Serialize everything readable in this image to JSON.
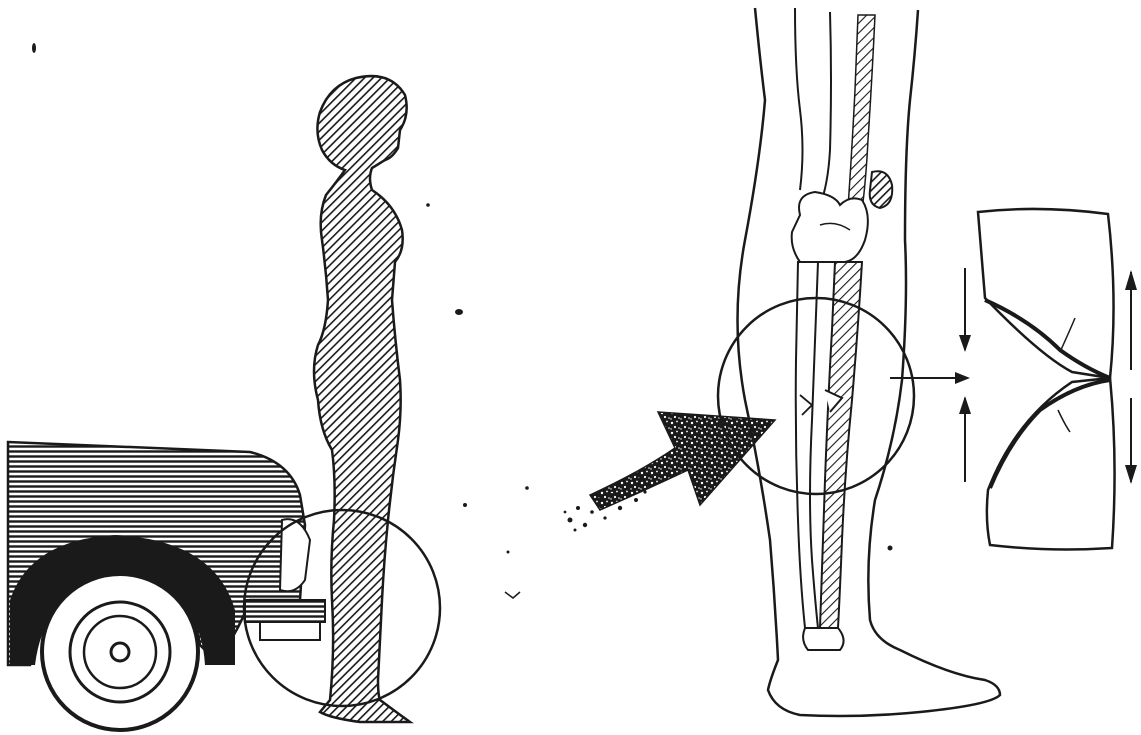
{
  "figure": {
    "panels": [
      {
        "id": "impact-scene",
        "icon": "pedestrian-car-bumper-illustration"
      },
      {
        "id": "leg-anatomy",
        "icon": "lower-leg-bones-illustration"
      },
      {
        "id": "fracture-detail",
        "icon": "bone-fracture-magnified-illustration"
      }
    ],
    "colors": {
      "ink": "#1a1a1a",
      "paper": "#ffffff"
    }
  }
}
